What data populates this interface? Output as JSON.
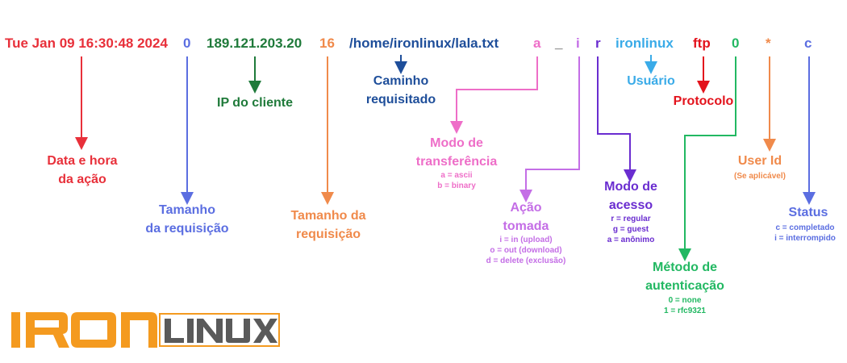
{
  "log_fields": {
    "datetime": "Tue Jan 09 16:30:48 2024",
    "transfer_time": "0",
    "ip": "189.121.203.20",
    "size": "16",
    "path": "/home/ironlinux/lala.txt",
    "transfer_type": "a",
    "special_flag": "_",
    "direction": "i",
    "access_mode": "r",
    "username": "ironlinux",
    "service": "ftp",
    "auth_method": "0",
    "user_id": "*",
    "status": "c"
  },
  "labels": {
    "datetime": [
      "Data e hora",
      "da ação"
    ],
    "transfer_time": [
      "Tamanho",
      "da requisição"
    ],
    "ip": [
      "IP do cliente"
    ],
    "size": [
      "Tamanho da",
      "requisição"
    ],
    "path": [
      "Caminho",
      "requisitado"
    ],
    "transfer_type": [
      "Modo de",
      "transferência"
    ],
    "direction": [
      "Ação",
      "tomada"
    ],
    "access_mode": [
      "Modo de",
      "acesso"
    ],
    "username": [
      "Usuário"
    ],
    "service": [
      "Protocolo"
    ],
    "auth_method": [
      "Método de",
      "autenticação"
    ],
    "user_id": [
      "User Id"
    ],
    "status": [
      "Status"
    ]
  },
  "sublabels": {
    "transfer_type": [
      "a = ascii",
      "b = binary"
    ],
    "direction": [
      "i = in (upload)",
      "o = out (download)",
      "d = delete (exclusão)"
    ],
    "access_mode": [
      "r = regular",
      "g = guest",
      "a = anônimo"
    ],
    "auth_method": [
      "0 = none",
      "1 = rfc9321"
    ],
    "user_id": [
      "(Se aplicável)"
    ],
    "status": [
      "c = completado",
      "i = interrompido"
    ]
  },
  "colors": {
    "red": "#e8303a",
    "blue": "#5b6ee1",
    "green": "#1f7a3a",
    "orange": "#f08a4b",
    "navy": "#1e4e9a",
    "pink": "#ee6ec8",
    "violet": "#c46ee6",
    "purple": "#6a2dd0",
    "skyblue": "#3aabe8",
    "crimson": "#e3131c",
    "emerald": "#22b862",
    "gray": "#3a3a3a",
    "logo_orange": "#f49a1f",
    "logo_gray": "#5a5a5a"
  },
  "logo": {
    "text_left": "IRON",
    "text_right": "LINUX"
  }
}
